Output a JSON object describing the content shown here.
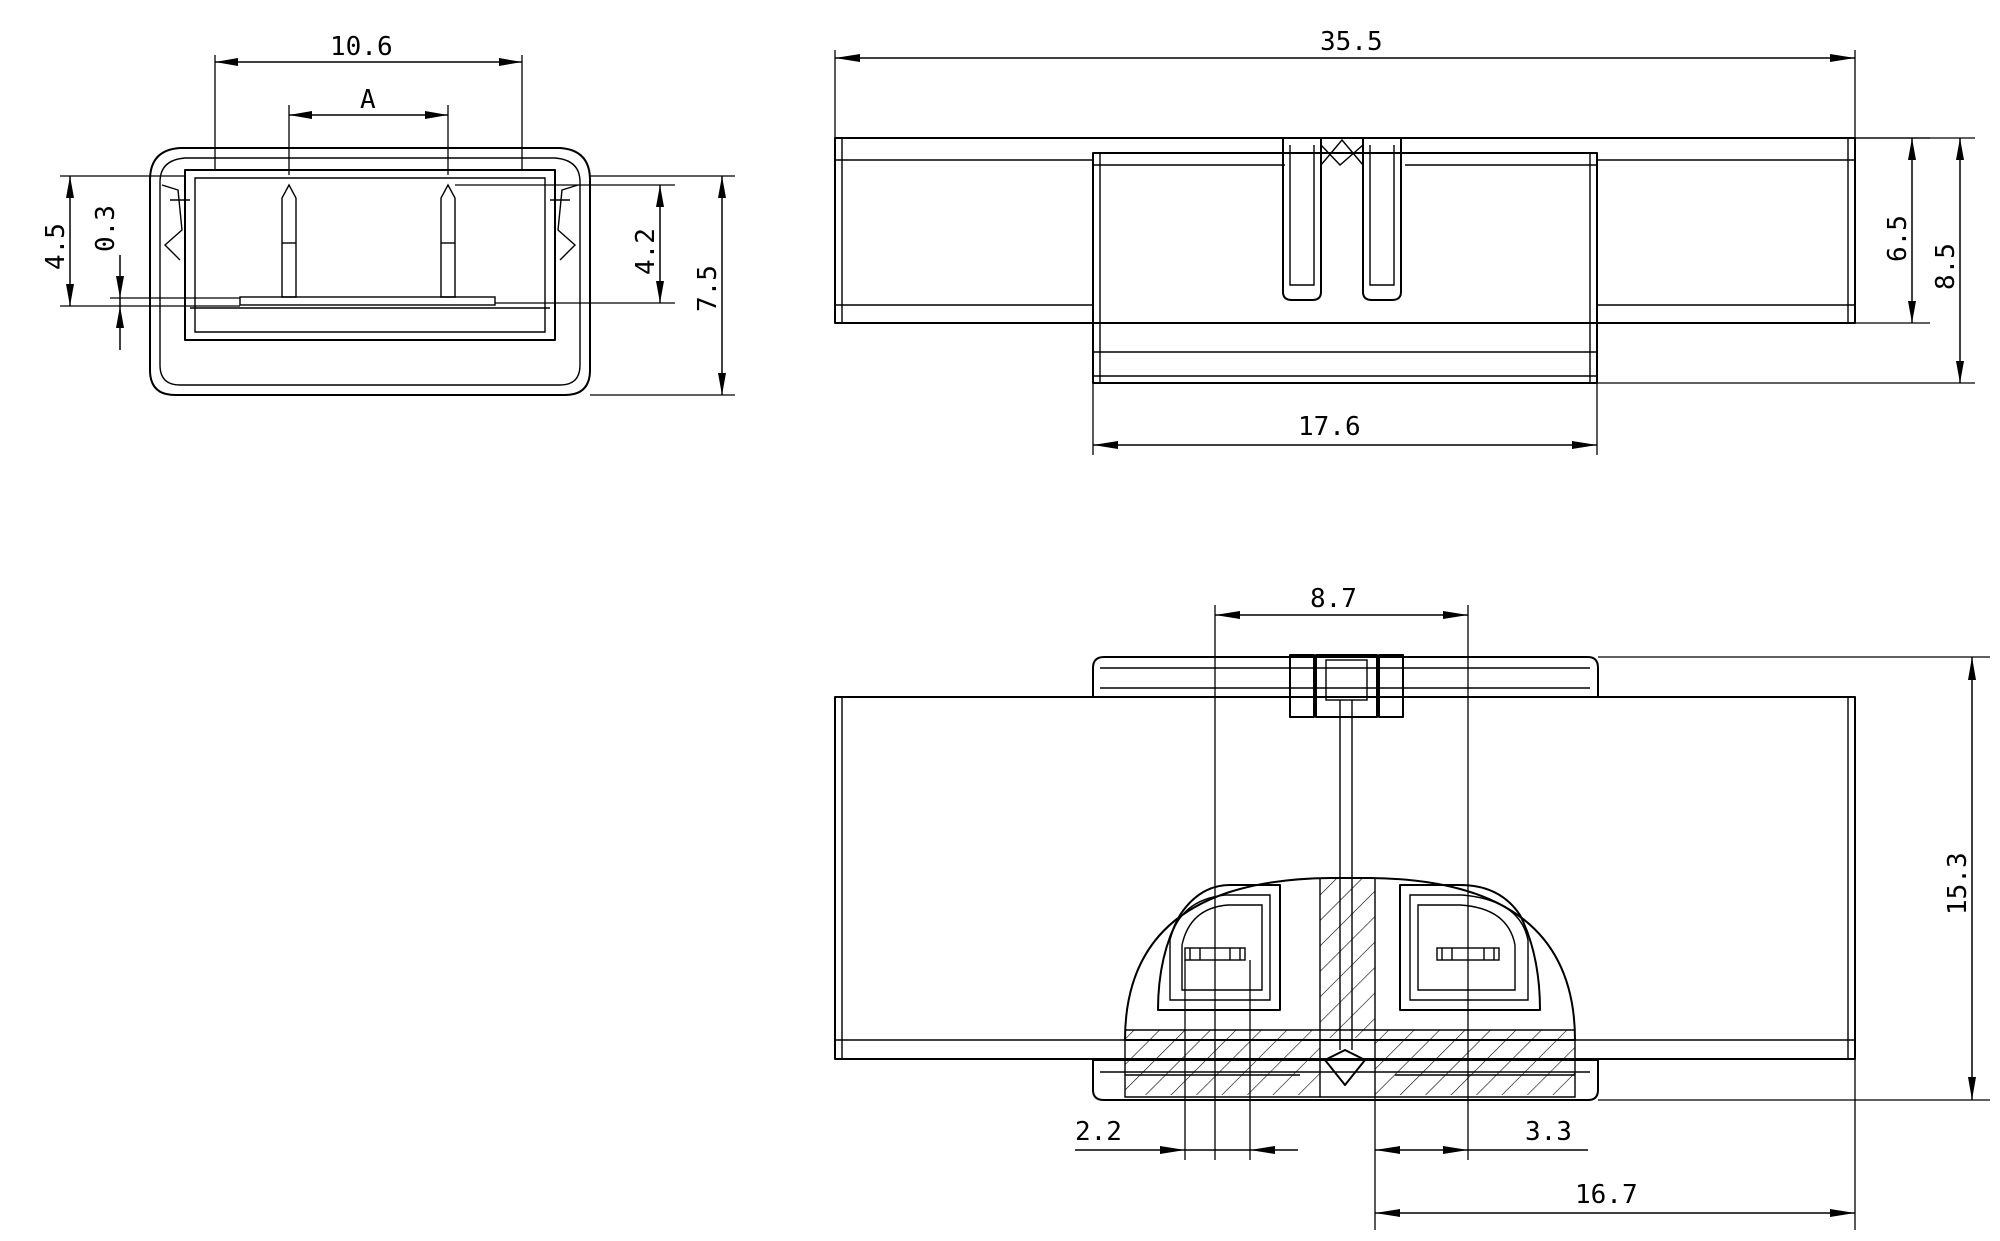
{
  "dimensions": {
    "side_width": "10.6",
    "side_pitch": "A",
    "side_height_left": "4.5",
    "side_offset_left": "0.3",
    "side_pin_height": "4.2",
    "side_total_height": "7.5",
    "top_overall_length": "35.5",
    "top_body_length": "17.6",
    "top_inner_height": "6.5",
    "top_total_height": "8.5",
    "bottom_contact_pitch": "8.7",
    "bottom_total_depth": "15.3",
    "bottom_left_contact": "2.2",
    "bottom_right_contact": "3.3",
    "bottom_half_length": "16.7"
  },
  "colors": {
    "line": "#000000",
    "background": "#ffffff"
  }
}
